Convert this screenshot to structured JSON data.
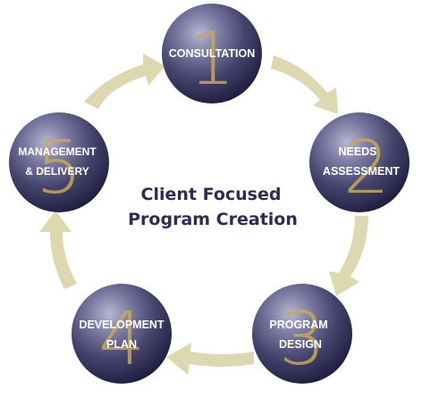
{
  "title": {
    "line1": "Client Focused",
    "line2": "Program Creation"
  },
  "steps": [
    {
      "number": "1",
      "label_line1": "CONSULTATION",
      "label_line2": ""
    },
    {
      "number": "2",
      "label_line1": "NEEDS",
      "label_line2": "ASSESSMENT"
    },
    {
      "number": "3",
      "label_line1": "PROGRAM",
      "label_line2": "DESIGN"
    },
    {
      "number": "4",
      "label_line1": "DEVELOPMENT",
      "label_line2": "PLAN"
    },
    {
      "number": "5",
      "label_line1": "MANAGEMENT",
      "label_line2": "& DELIVERY"
    }
  ],
  "colors": {
    "sphere_light": "#b7b6d2",
    "sphere_mid": "#55547f",
    "sphere_dark": "#1c1b3c",
    "digit": "#c9a857",
    "arrow": "#ddd8b0",
    "title": "#2d2c56",
    "label": "#ffffff"
  }
}
